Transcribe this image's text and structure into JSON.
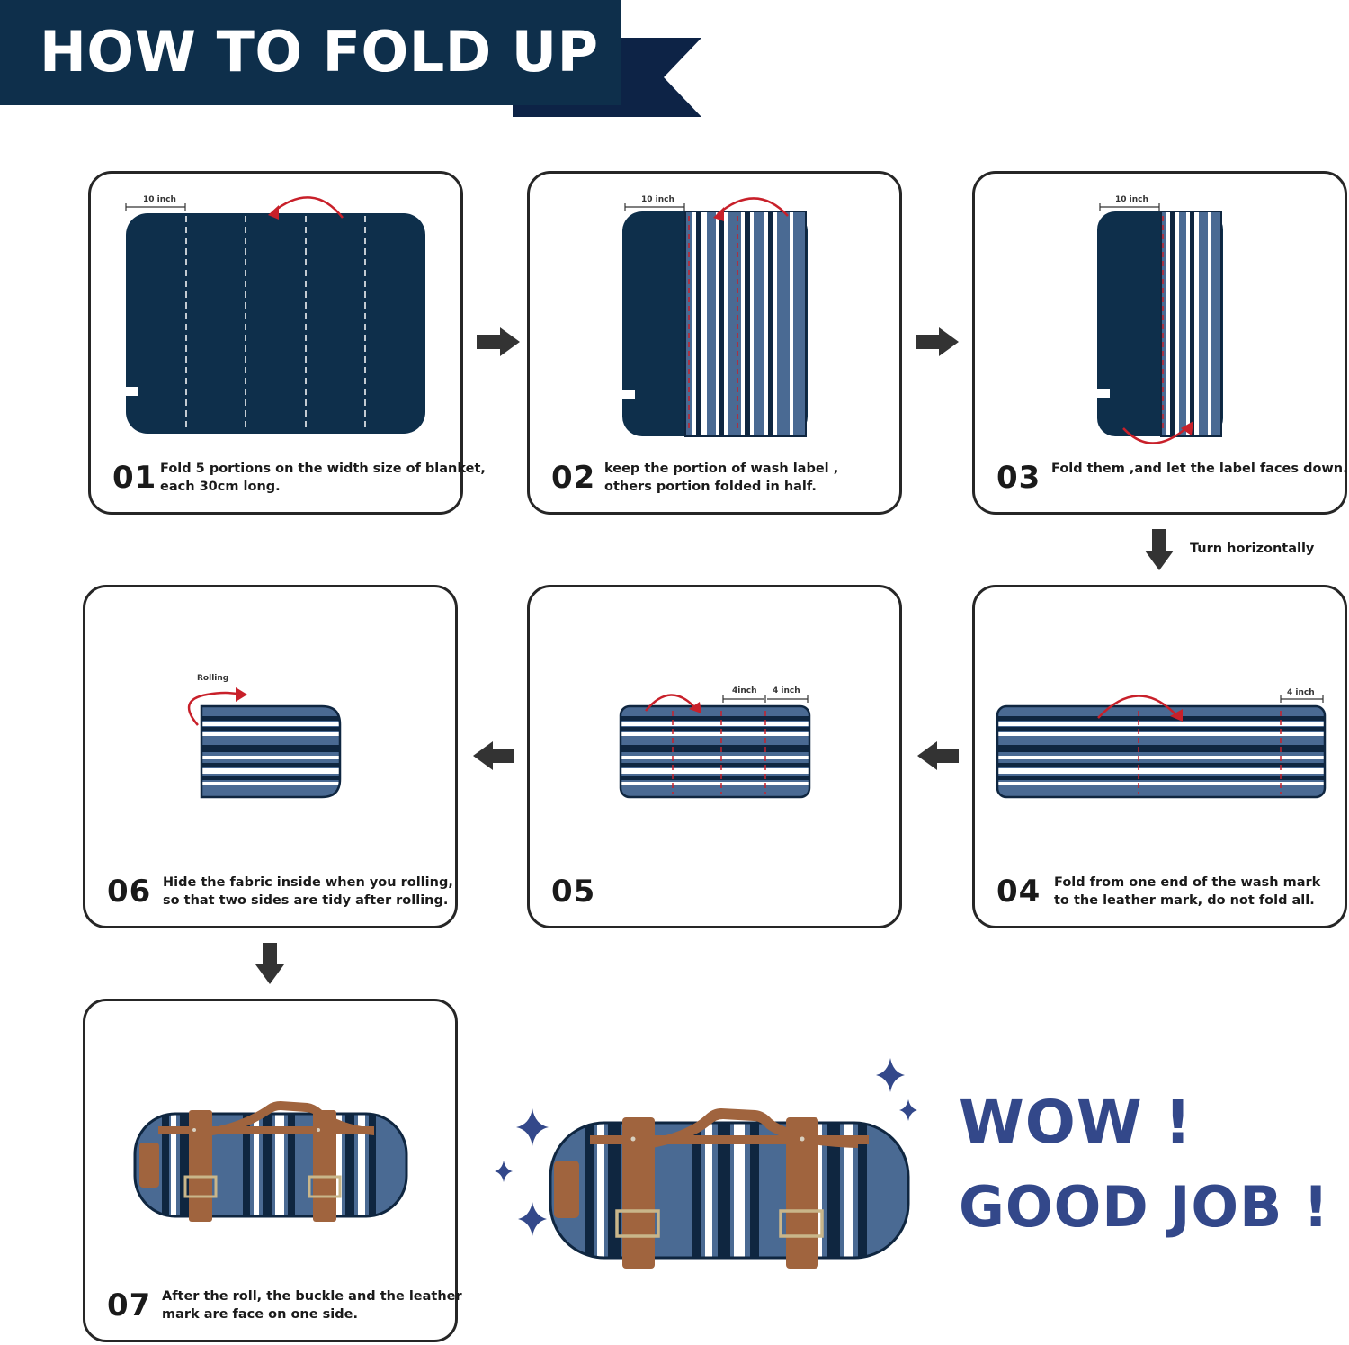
{
  "header": {
    "title": "HOW TO FOLD UP"
  },
  "steps": [
    {
      "num": "01",
      "line1": "Fold 5 portions on the width size of blanket,",
      "line2": "each 30cm long.",
      "measure": "10 inch"
    },
    {
      "num": "02",
      "line1": "keep the portion of wash label ,",
      "line2": "others portion folded in half.",
      "measure": "10 inch"
    },
    {
      "num": "03",
      "line1": "Fold them ,and let the label faces down.",
      "line2": "",
      "measure": "10 inch"
    },
    {
      "num": "04",
      "line1": "Fold from one end of the wash mark",
      "line2": "to the leather mark, do not fold all.",
      "measure": "4 inch"
    },
    {
      "num": "05",
      "line1": "",
      "line2": "",
      "measure_a": "4inch",
      "measure_b": "4 inch"
    },
    {
      "num": "06",
      "line1": "Hide the fabric inside when you rolling,",
      "line2": "so that two sides are tidy after rolling.",
      "measure": "Rolling"
    },
    {
      "num": "07",
      "line1": "After the roll, the buckle and the leather",
      "line2": "mark are face on one side."
    }
  ],
  "turn_label": "Turn horizontally",
  "finale": {
    "line1": "WOW !",
    "line2": "GOOD JOB !"
  },
  "colors": {
    "navy": "#0e2f4b",
    "stripe_blue": "#4a6a93",
    "stripe_dark": "#0f2640",
    "accent_red": "#c8202a",
    "leather": "#a0643e",
    "wow_blue": "#33488a",
    "arrow": "#333333"
  }
}
